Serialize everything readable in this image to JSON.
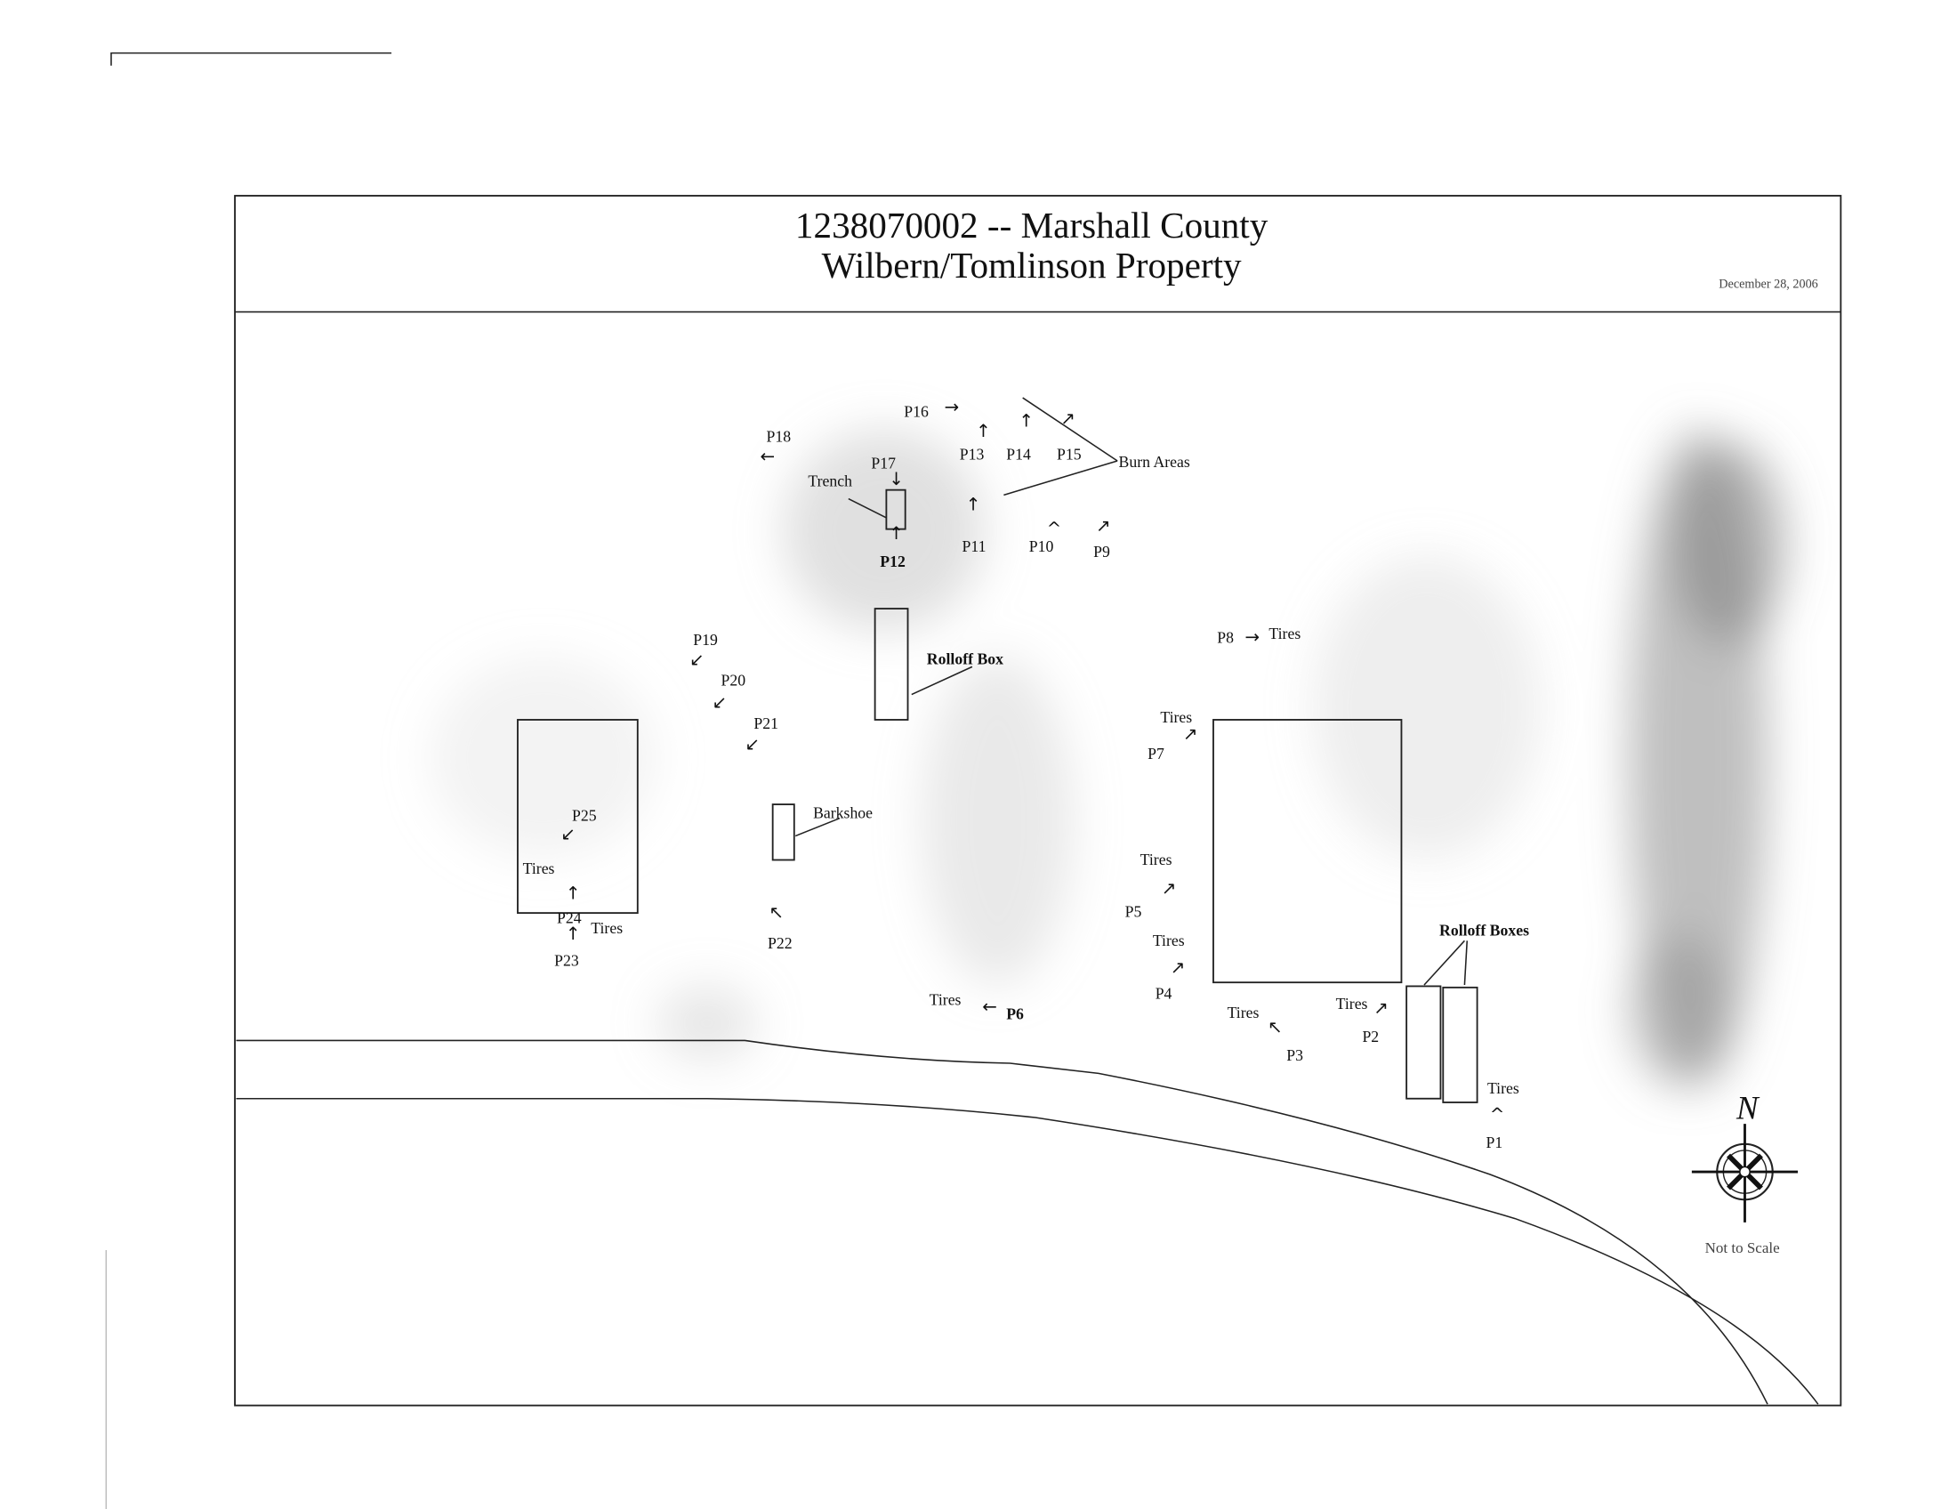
{
  "header": {
    "title_line1": "1238070002 -- Marshall County",
    "title_line2": "Wilbern/Tomlinson Property",
    "date": "December 28, 2006"
  },
  "map": {
    "features": {
      "burn_areas": "Burn Areas",
      "trench": "Trench",
      "rolloff_box": "Rolloff Box",
      "rolloff_boxes": "Rolloff Boxes",
      "barkshoe": "Barkshoe"
    },
    "points": {
      "p1": "P1",
      "p2": "P2",
      "p3": "P3",
      "p4": "P4",
      "p5": "P5",
      "p6": "P6",
      "p7": "P7",
      "p8": "P8",
      "p9": "P9",
      "p10": "P10",
      "p11": "P11",
      "p12": "P12",
      "p13": "P13",
      "p14": "P14",
      "p15": "P15",
      "p16": "P16",
      "p17": "P17",
      "p18": "P18",
      "p19": "P19",
      "p20": "P20",
      "p21": "P21",
      "p22": "P22",
      "p23": "P23",
      "p24": "P24",
      "p25": "P25"
    },
    "tires_label": "Tires",
    "north_label": "N",
    "scale_note": "Not to Scale"
  }
}
